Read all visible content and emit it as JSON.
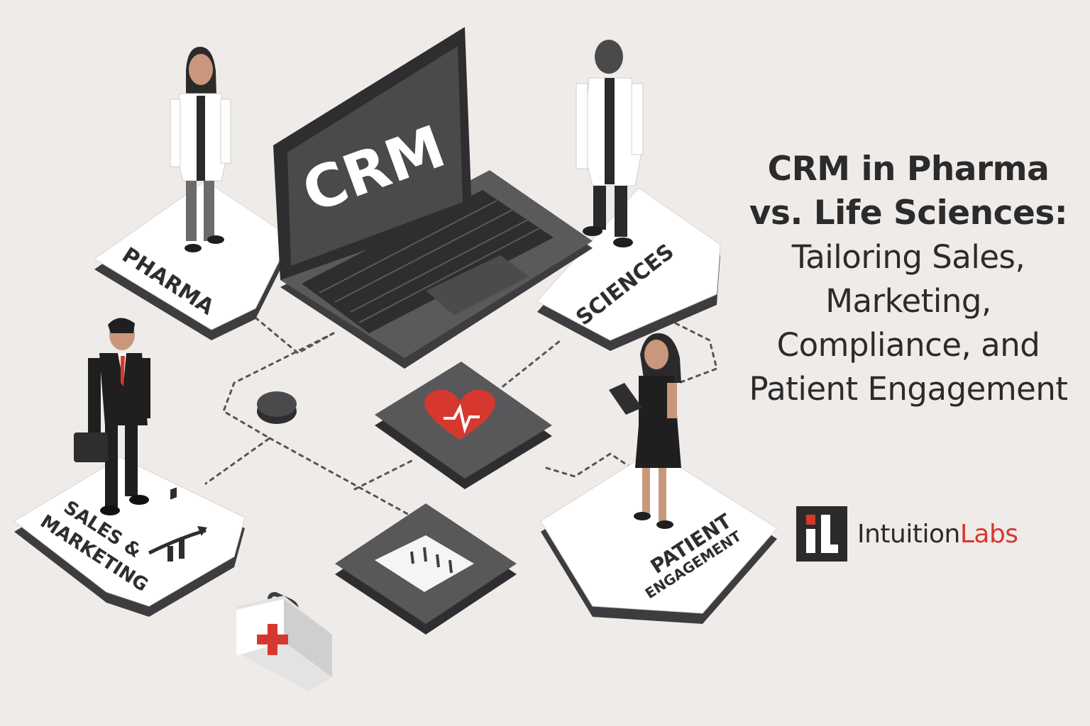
{
  "title": {
    "line1": "CRM in Pharma",
    "line2": "vs. Life Sciences:",
    "line3": "Tailoring Sales,",
    "line4": "Marketing,",
    "line5": "Compliance, and",
    "line6": "Patient Engagement"
  },
  "laptop": {
    "screen_text": "CRM"
  },
  "tiles": {
    "pharma": "PHARMA",
    "sciences": "SCIENCES",
    "sales_line1": "SALES &",
    "sales_line2": "MARKETING",
    "patient_line1": "PATIENT",
    "patient_line2": "ENGAGEMENT"
  },
  "logo": {
    "part1": "Intuition",
    "part2": "Labs"
  },
  "colors": {
    "background": "#efebe9",
    "dark": "#3d3d3f",
    "accent_red": "#d6382f",
    "text": "#2b2b2b"
  },
  "icons": [
    "heart-pulse-icon",
    "clipboard-checklist-icon",
    "first-aid-kit-icon",
    "growth-chart-icon",
    "mouse-icon"
  ]
}
